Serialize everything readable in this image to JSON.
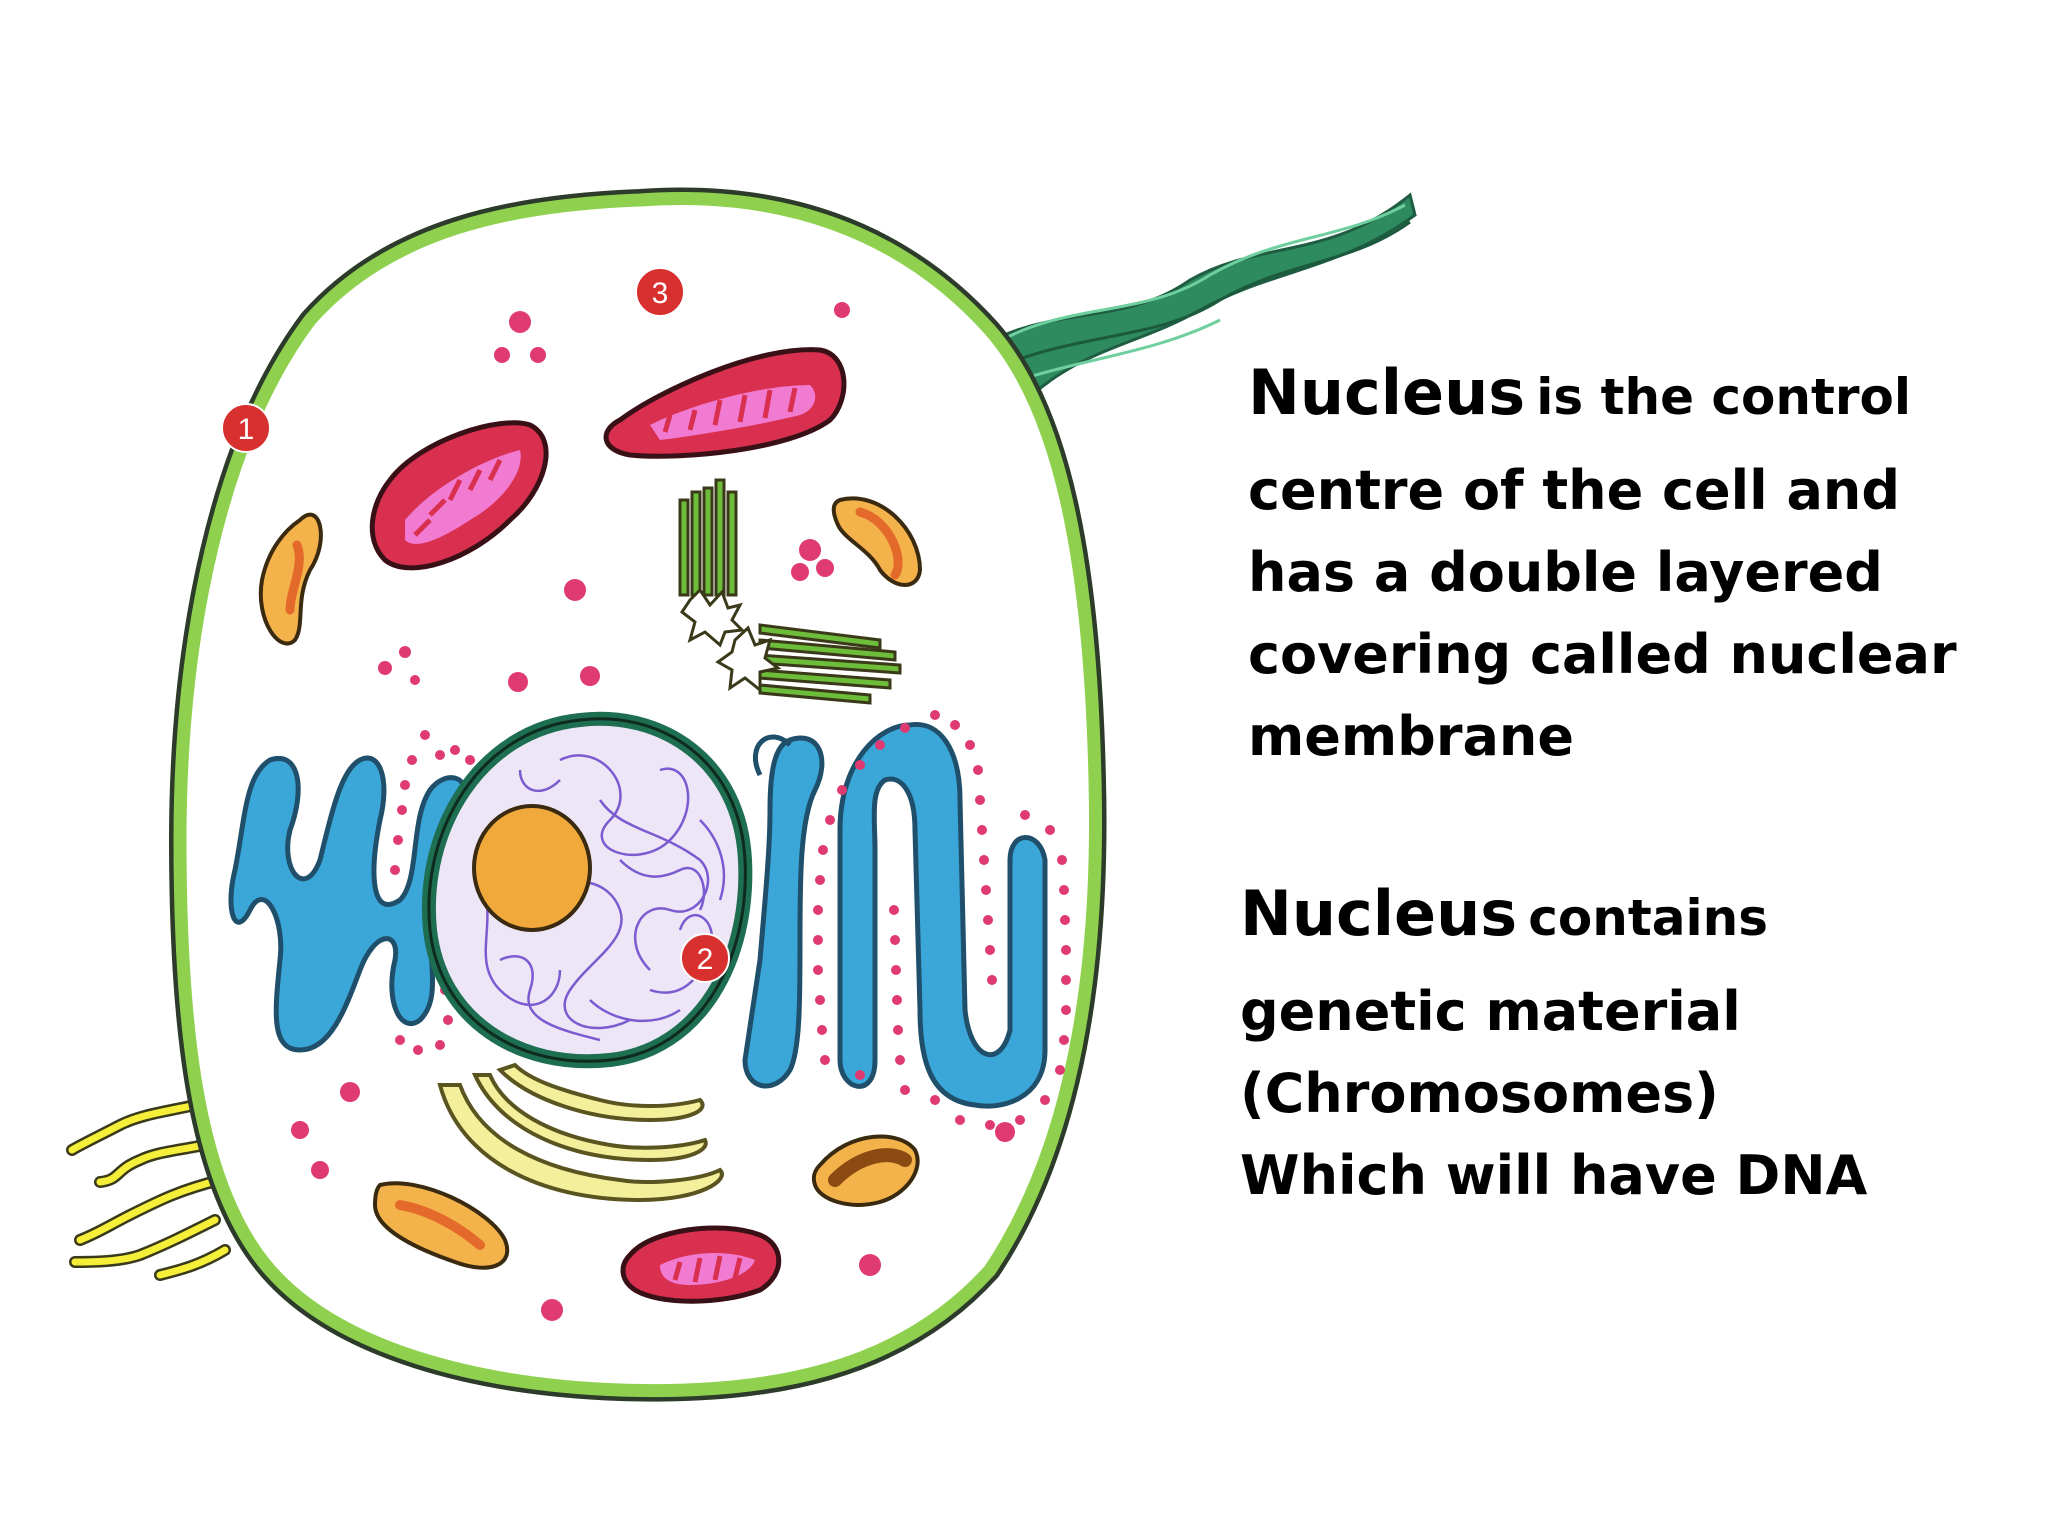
{
  "labels": {
    "marker_1": "1",
    "marker_2": "2",
    "marker_3": "3"
  },
  "text_block_1": {
    "keyword": "Nucleus",
    "first_line_rest": "is the control",
    "lines": [
      "centre of the cell and",
      "has a double layered",
      "covering called nuclear",
      "membrane"
    ]
  },
  "text_block_2": {
    "keyword": "Nucleus",
    "first_line_rest": "contains",
    "lines": [
      "genetic material",
      "(Chromosomes)",
      "Which will have DNA"
    ]
  },
  "colors": {
    "membrane": "#8fd14f",
    "membrane_outline": "#2d3b2a",
    "flagellum": "#2e8b5f",
    "mitochondria": "#d9304f",
    "mitochondria_inner": "#f07bd0",
    "er": "#3aa7d8",
    "ribosome": "#e03a73",
    "nucleus_envelope": "#1e6e52",
    "nucleolus": "#f2a93b",
    "chromatin": "#7b5bd0",
    "golgi": "#f4ef9a",
    "lysosome": "#ef8f3b",
    "centriole": "#6bbd3a",
    "cilia": "#f5ef3a",
    "marker": "#d8302f"
  }
}
